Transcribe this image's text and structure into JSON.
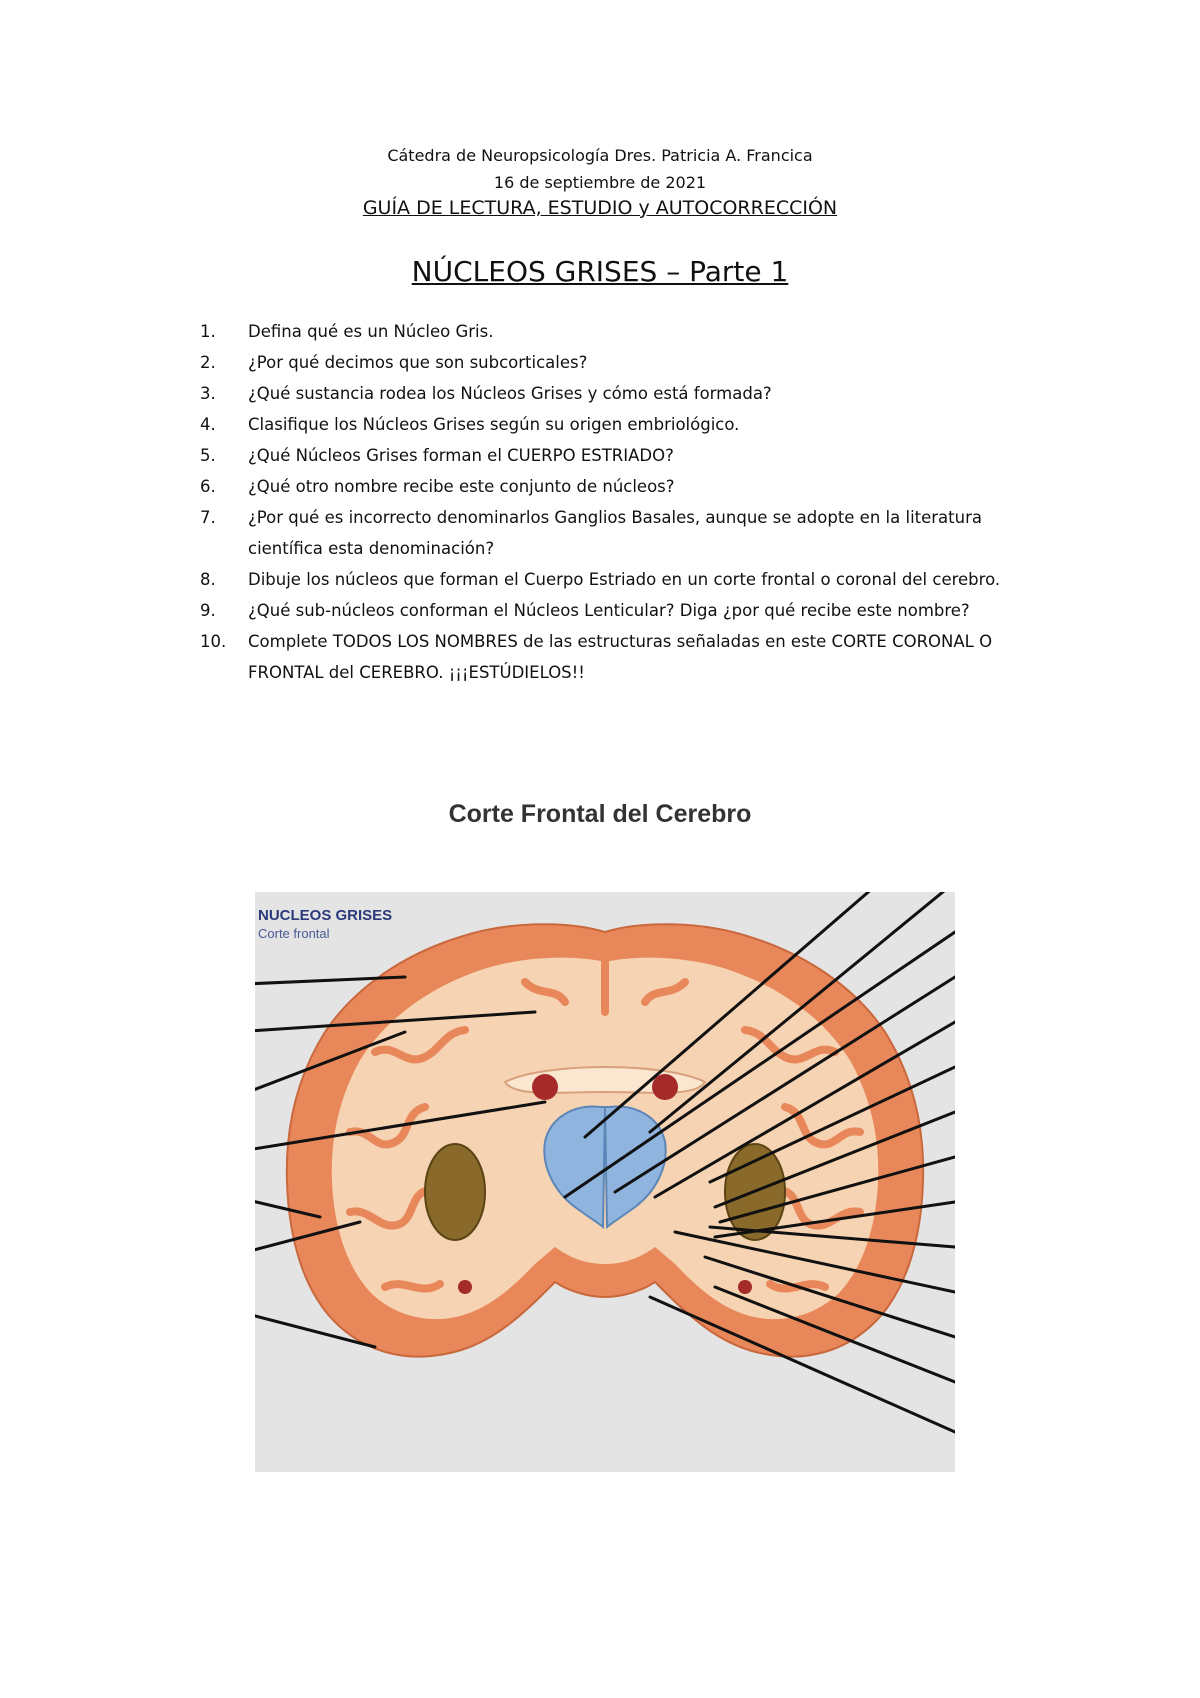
{
  "header": {
    "line1": "Cátedra de Neuropsicología Dres. Patricia A. Francica",
    "line2": "16 de septiembre de 2021",
    "line3": "GUÍA DE LECTURA, ESTUDIO y AUTOCORRECCIÓN"
  },
  "title": "NÚCLEOS GRISES – Parte 1",
  "questions": [
    {
      "num": "1.",
      "text": "Defina qué es un Núcleo Gris."
    },
    {
      "num": "2.",
      "text": "¿Por qué decimos que son subcorticales?"
    },
    {
      "num": "3.",
      "text": "¿Qué sustancia rodea los Núcleos Grises y cómo está formada?"
    },
    {
      "num": "4.",
      "text": "Clasifique los Núcleos Grises según su origen embriológico."
    },
    {
      "num": "5.",
      "text": "¿Qué Núcleos Grises forman el CUERPO ESTRIADO?"
    },
    {
      "num": "6.",
      "text": "¿Qué otro nombre recibe este conjunto de núcleos?"
    },
    {
      "num": "7.",
      "text": "¿Por qué es incorrecto denominarlos Ganglios Basales, aunque se adopte en la literatura científica esta denominación?"
    },
    {
      "num": "8.",
      "text": "Dibuje los núcleos que forman el Cuerpo Estriado en un corte frontal o coronal del cerebro."
    },
    {
      "num": "9.",
      "text": "¿Qué sub-núcleos conforman el Núcleos Lenticular? Diga ¿por qué recibe este nombre?"
    },
    {
      "num": "10.",
      "text": "Complete TODOS LOS NOMBRES de las estructuras señaladas en este CORTE CORONAL O FRONTAL del CEREBRO.  ¡¡¡ESTÚDIELOS!!"
    }
  ],
  "figure": {
    "title": "Corte Frontal del Cerebro",
    "label_main": "NUCLEOS GRISES",
    "label_sub": "Corte frontal",
    "colors": {
      "cortex": "#e8875a",
      "white_matter": "#f6d3b2",
      "ventricle": "#8fb4dd",
      "lentiform": "#8a6a2a",
      "background": "#e4e4e4"
    }
  }
}
